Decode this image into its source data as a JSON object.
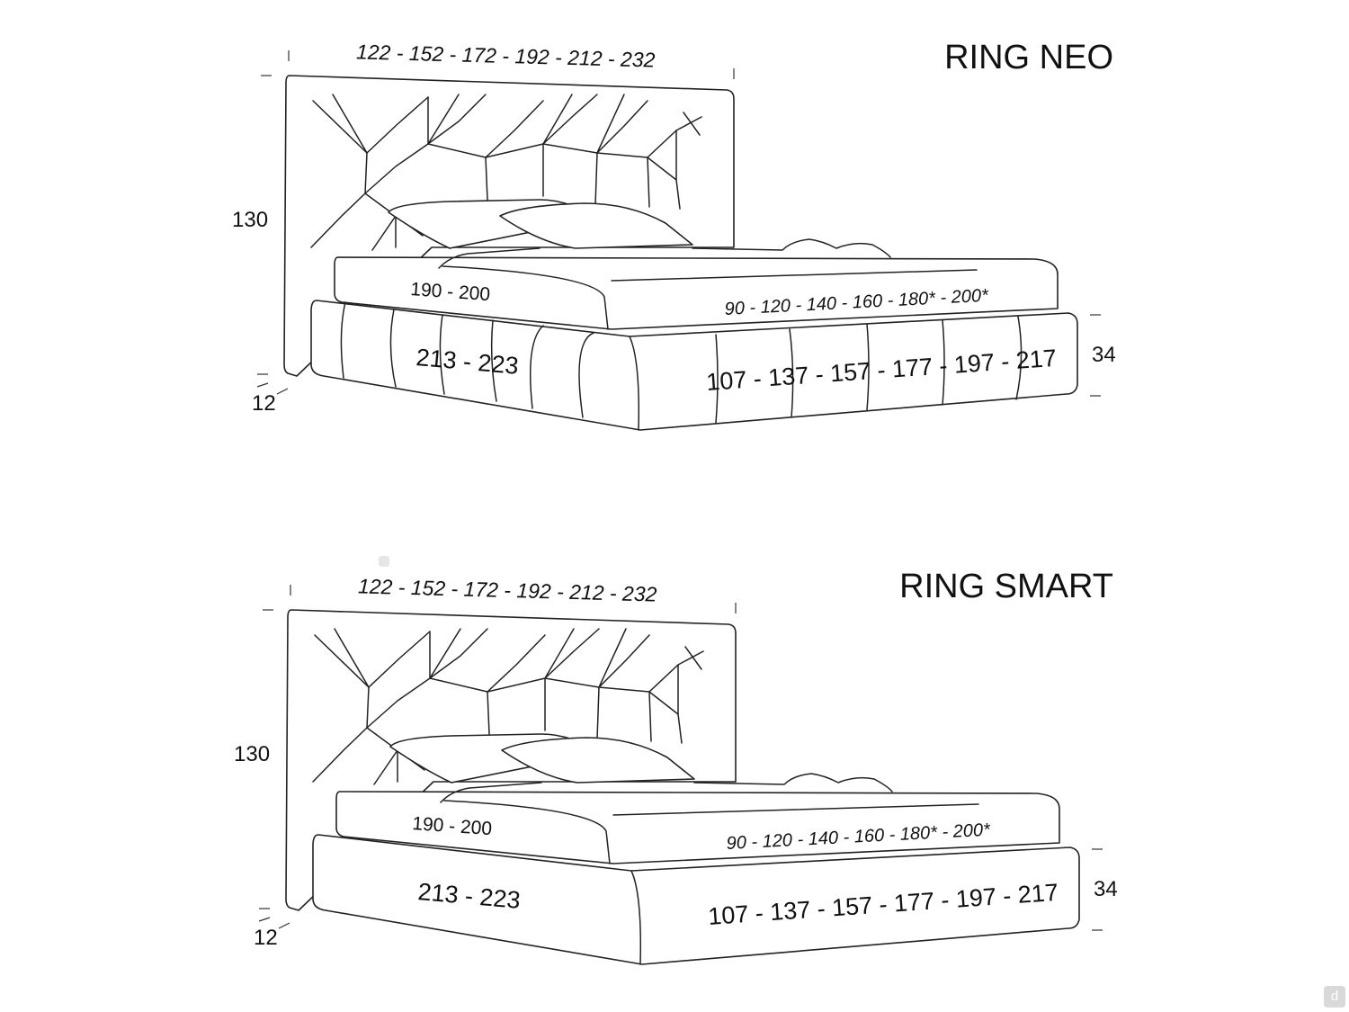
{
  "neo": {
    "title": "RING NEO",
    "width_top": "122 - 152 - 172 - 192 - 212 - 232",
    "height": "130",
    "headboard_thickness": "12",
    "base_height": "34",
    "mattress_length": "190 - 200",
    "mattress_width": "90 - 120 - 140 - 160 - 180* - 200*",
    "outer_length": "213 - 223",
    "outer_width": "107 - 137 - 157 - 177 - 197 - 217"
  },
  "smart": {
    "title": "RING SMART",
    "width_top": "122 - 152 - 172 - 192 - 212 - 232",
    "height": "130",
    "headboard_thickness": "12",
    "base_height": "34",
    "mattress_length": "190 - 200",
    "mattress_width": "90 - 120 - 140 - 160 - 180* - 200*",
    "outer_length": "213 - 223",
    "outer_width": "107 - 137 - 157 - 177 - 197 - 217"
  },
  "watermark": {
    "letter": "d"
  }
}
